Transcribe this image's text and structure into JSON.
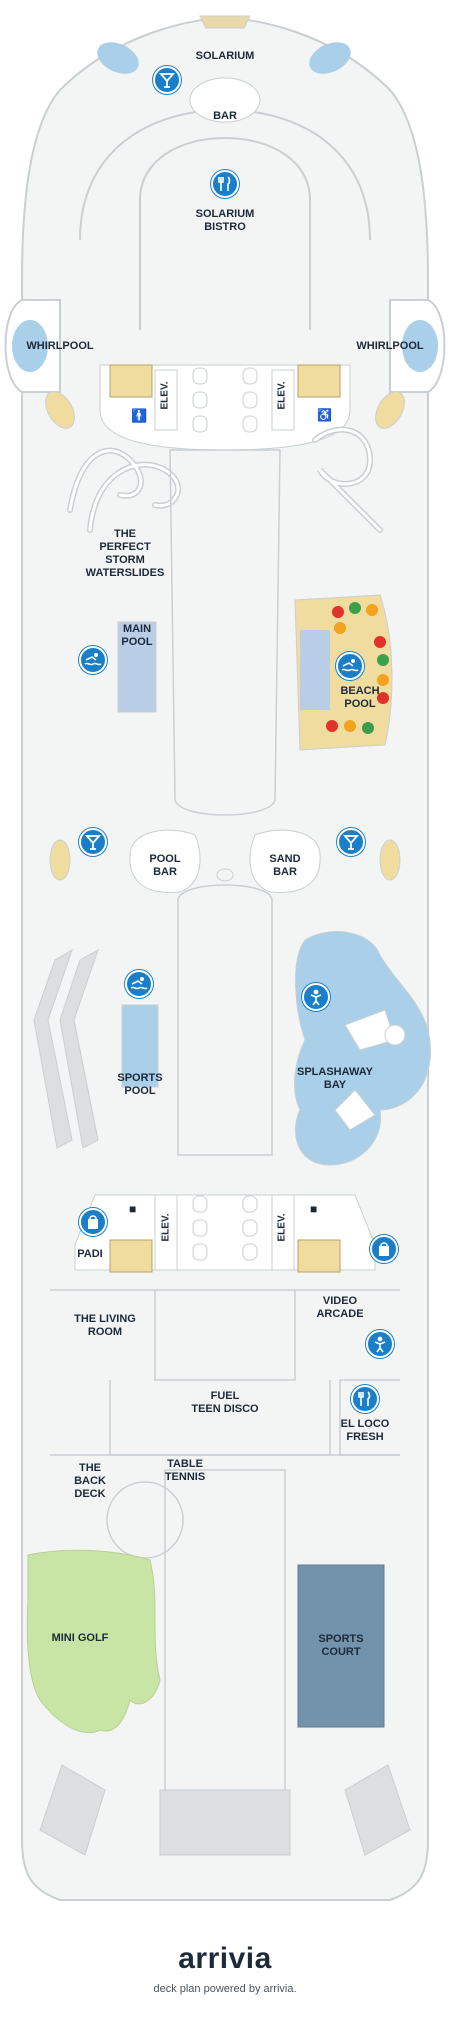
{
  "colors": {
    "hull_fill": "#f3f4f4",
    "line": "#c9cfd2",
    "water": "#a9cfe9",
    "pool_main": "#b9cde6",
    "sand": "#f1dca0",
    "sports_court": "#7293ab",
    "mini_golf": "#c9e5a6",
    "gray_area": "#dcdfe0",
    "icon_blue": "#1a7fc8",
    "text": "#1c2a3a",
    "umbrella_red": "#e0322b",
    "umbrella_green": "#3aa04a",
    "umbrella_orange": "#f2a21c"
  },
  "labels": {
    "solarium": "SOLARIUM",
    "bar": "BAR",
    "solarium_bistro": "SOLARIUM\nBISTRO",
    "whirlpool_left": "WHIRLPOOL",
    "whirlpool_right": "WHIRLPOOL",
    "elev_1": "ELEV.",
    "elev_2": "ELEV.",
    "elev_3": "ELEV.",
    "elev_4": "ELEV.",
    "perfect_storm": "THE\nPERFECT\nSTORM\nWATERSLIDES",
    "main_pool": "MAIN\nPOOL",
    "beach_pool": "BEACH\nPOOL",
    "pool_bar": "POOL\nBAR",
    "sand_bar": "SAND\nBAR",
    "sports_pool": "SPORTS\nPOOL",
    "splashaway_bay": "SPLASHAWAY\nBAY",
    "padi": "PADI",
    "the_living_room": "THE LIVING\nROOM",
    "video_arcade": "VIDEO\nARCADE",
    "fuel_teen_disco": "FUEL\nTEEN DISCO",
    "el_loco_fresh": "EL LOCO\nFRESH",
    "the_back_deck": "THE\nBACK\nDECK",
    "table_tennis": "TABLE\nTENNIS",
    "mini_golf": "MINI GOLF",
    "sports_court": "SPORTS\nCOURT"
  },
  "icons": {
    "cocktail": "cocktail-icon",
    "dining": "fork-knife-icon",
    "swim": "swimmer-icon",
    "kids": "kids-splash-icon",
    "shop": "shopping-bag-icon",
    "restroom": "restroom-icon",
    "accessible": "wheelchair-icon"
  },
  "footer": {
    "brand": "arrivia",
    "tagline": "deck plan powered by arrivia."
  }
}
